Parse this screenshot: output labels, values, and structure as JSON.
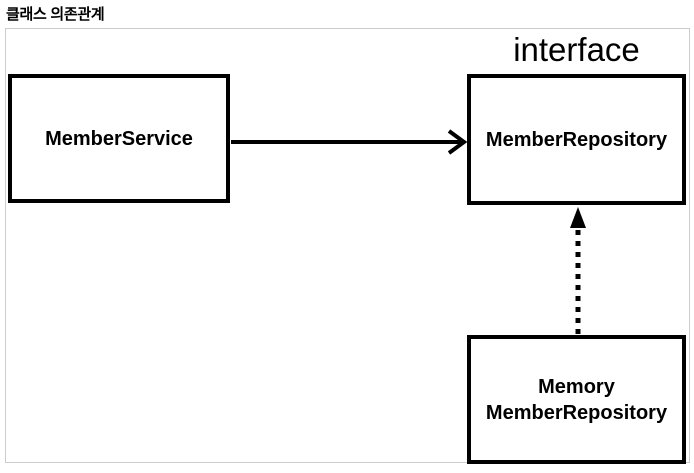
{
  "page": {
    "title": "클래스 의존관계"
  },
  "diagram": {
    "interface_label": "interface",
    "nodes": {
      "member_service": {
        "label": "MemberService"
      },
      "member_repository": {
        "label": "MemberRepository",
        "stereotype": "interface"
      },
      "memory_member_repository": {
        "label_line1": "Memory",
        "label_line2": "MemberRepository"
      }
    },
    "edges": [
      {
        "from": "MemberService",
        "to": "MemberRepository",
        "style": "solid",
        "arrowhead": "open-chevron",
        "meaning": "dependency"
      },
      {
        "from": "MemoryMemberRepository",
        "to": "MemberRepository",
        "style": "dotted",
        "arrowhead": "filled-triangle",
        "meaning": "implements"
      }
    ],
    "colors": {
      "box_border": "#000000",
      "container_border": "#cccccc",
      "background": "#ffffff",
      "text": "#000000"
    }
  }
}
